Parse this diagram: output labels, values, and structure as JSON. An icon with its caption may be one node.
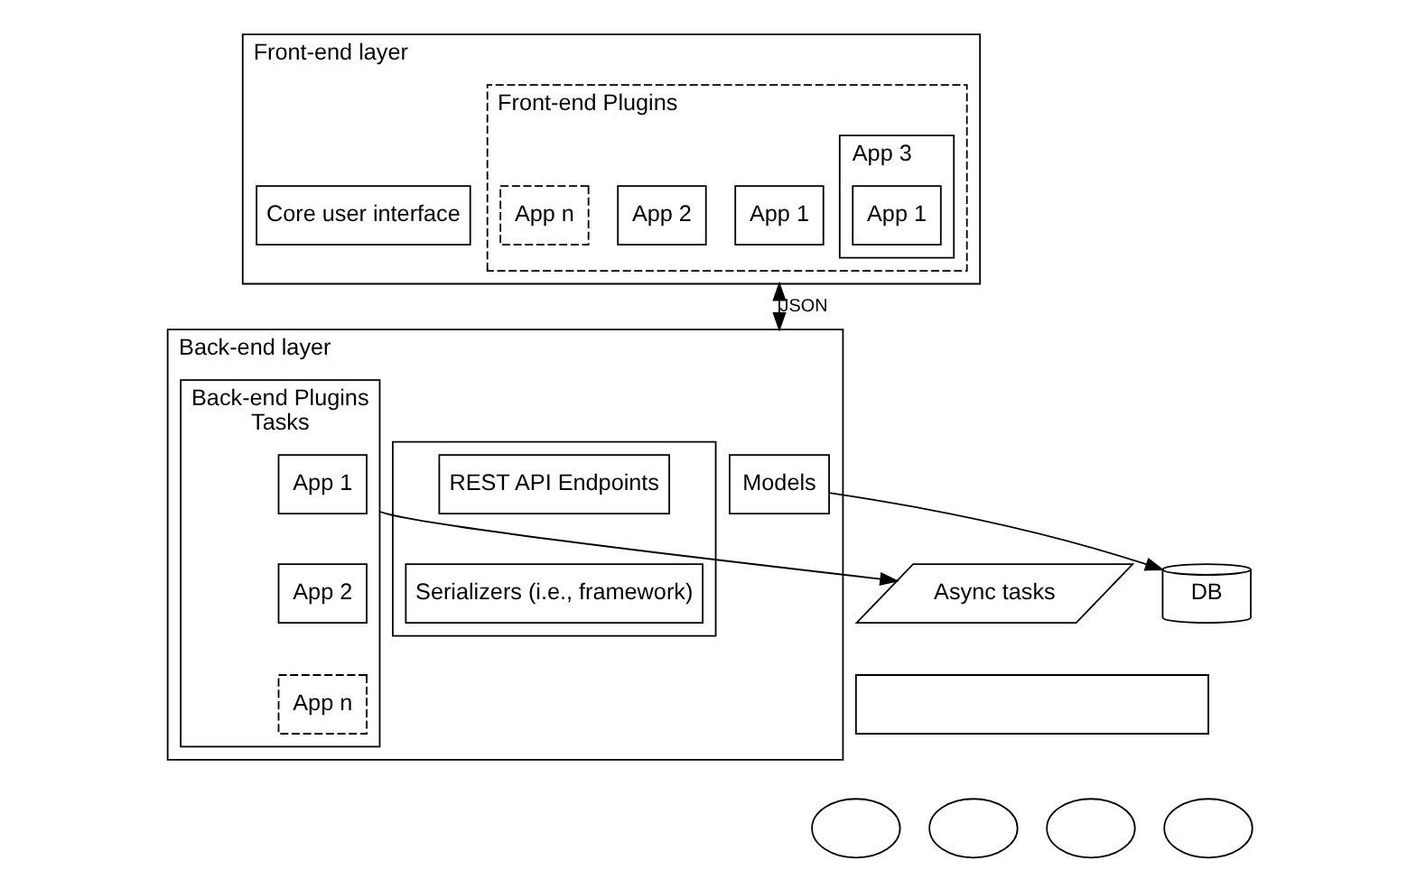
{
  "diagram": {
    "nodes": [
      {
        "text": [
          "Front-end layer"
        ]
      },
      {
        "text": [
          "Front-end Plugins"
        ],
        "in": 0
      },
      {
        "text": [
          "Core user interface"
        ],
        "in": 0
      },
      {
        "text": [
          "App 1"
        ],
        "in": 1
      },
      {
        "text": [
          "App 2"
        ],
        "in": 1
      },
      {
        "text": [
          "App 3"
        ],
        "in": 1
      },
      {
        "text": [
          "App 1"
        ],
        "in": 5
      },
      {
        "text": [
          "App n"
        ],
        "in": 1
      },
      {
        "text": [
          "Back-end layer"
        ]
      },
      {
        "text": [
          "Models"
        ],
        "in": 8
      },
      {
        "text": [],
        "shape": "box",
        "in": 8
      },
      {
        "text": [
          "REST API Endpoints"
        ],
        "in": 10
      },
      {
        "text": [
          "Serializers (i.e., framework)"
        ],
        "in": 10
      },
      {
        "text": [
          "Back-end Plugins",
          "Tasks"
        ],
        "in": 8
      },
      {
        "text": [
          "App 1"
        ],
        "in": 13
      },
      {
        "text": [
          "App 2"
        ],
        "in": 13
      },
      {
        "text": [
          "App n"
        ],
        "in": 13
      },
      {
        "text": [
          "DB"
        ]
      },
      {
        "text": [
          "Async tasks"
        ]
      },
      {
        "text": [],
        "shape": "box"
      },
      {
        "text": [],
        "shape": "cloud"
      },
      {
        "text": [],
        "shape": "cloud"
      },
      {
        "text": [],
        "shape": "cloud"
      },
      {
        "text": [],
        "shape": "cloud"
      }
    ],
    "edges": [
      {
        "from": 0,
        "to": 8,
        "arrow": "both",
        "label": "JSON"
      },
      {
        "from": 9,
        "to": 17,
        "arrow": "to"
      },
      {
        "from": 13,
        "to": 18,
        "arrow": "to"
      }
    ]
  }
}
